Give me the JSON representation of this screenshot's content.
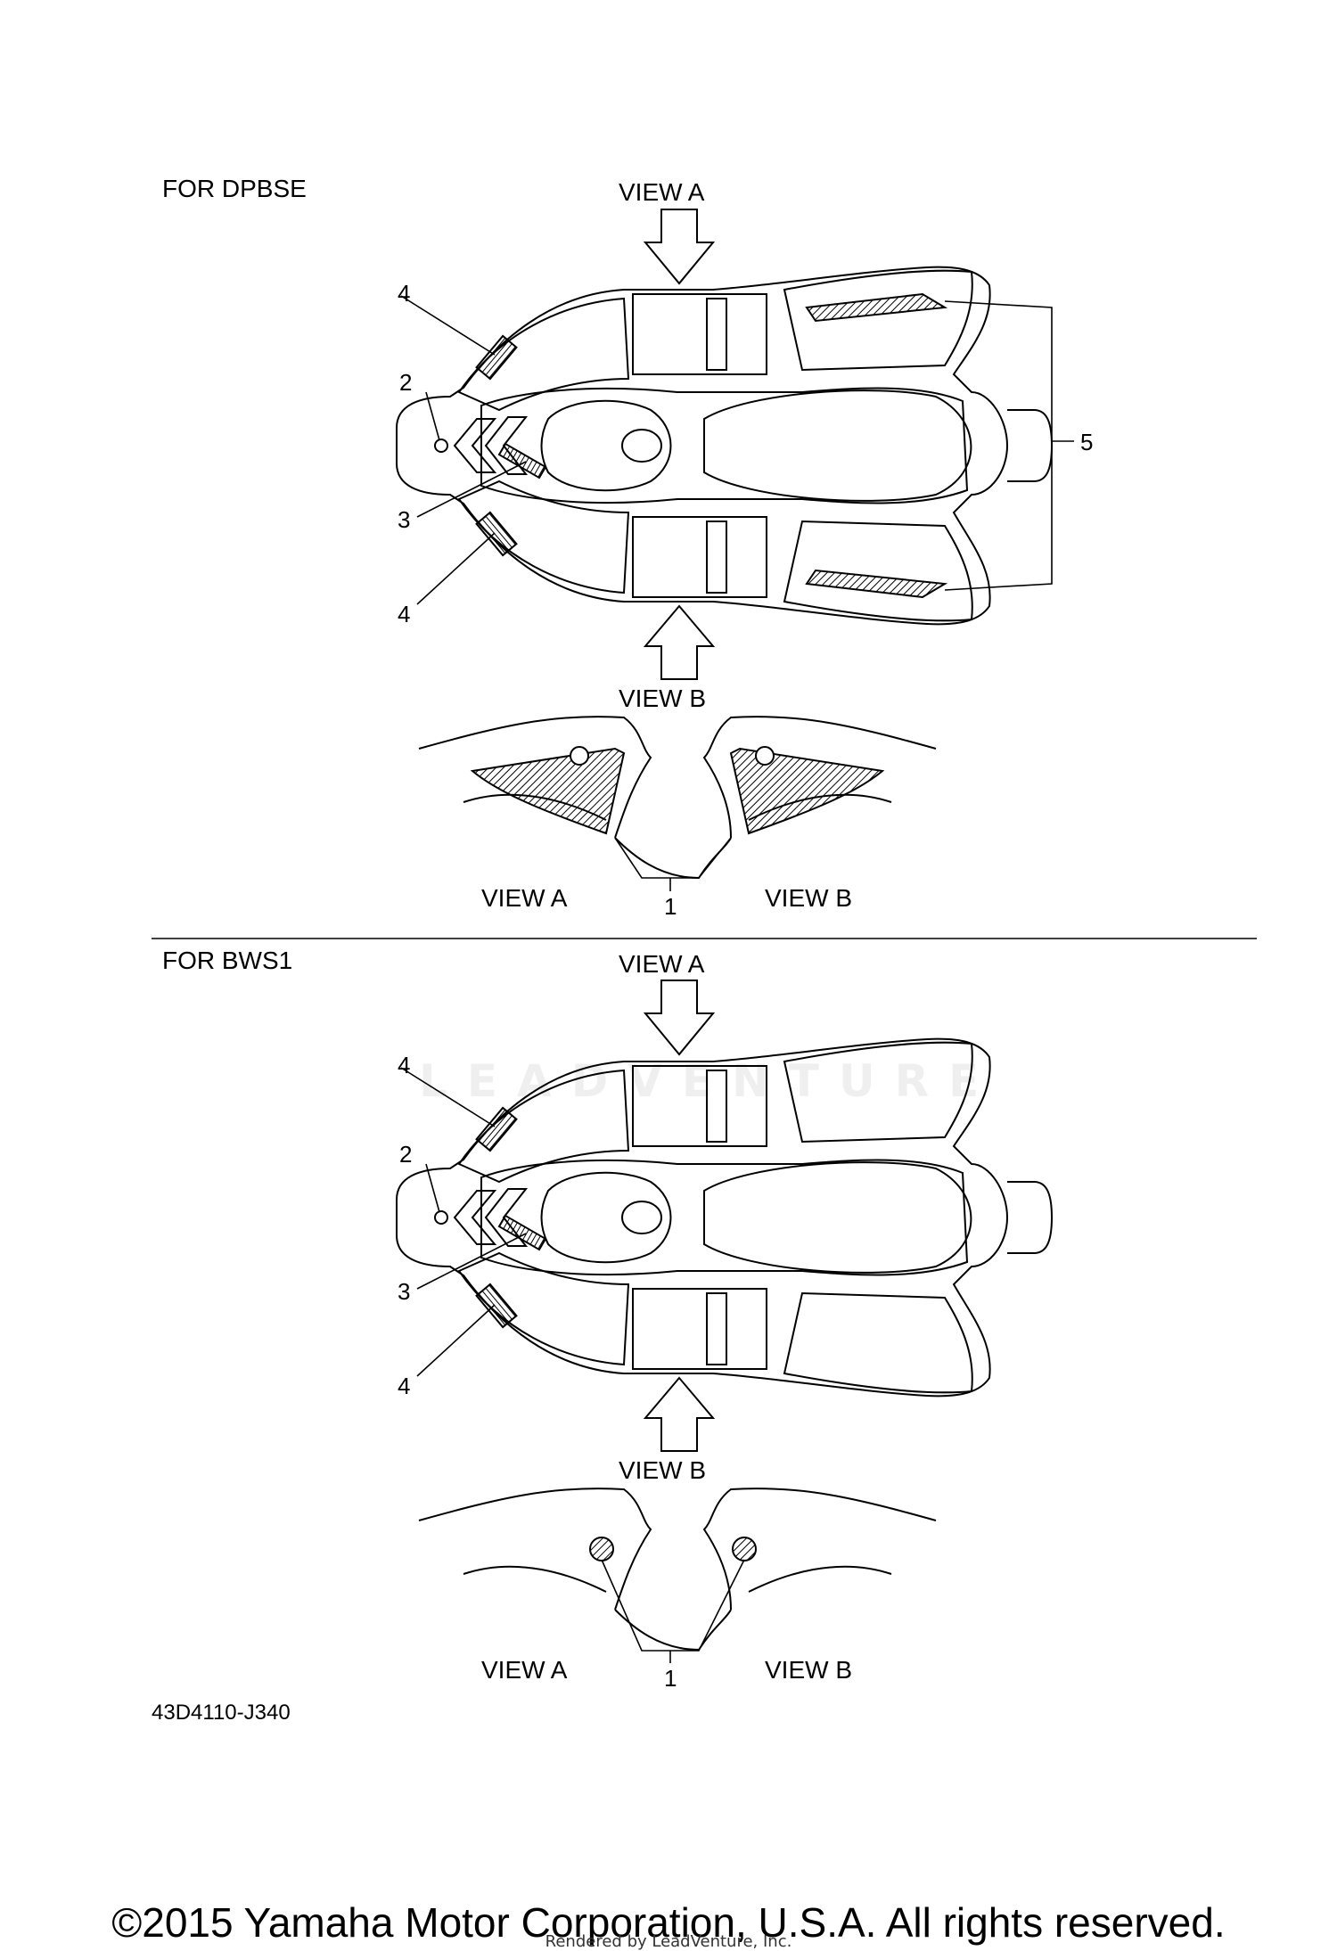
{
  "sections": [
    {
      "variant": "FOR DPBSE",
      "view_a_top": "VIEW A",
      "view_b_bottom": "VIEW B",
      "detail_view_a": "VIEW A",
      "detail_view_b": "VIEW B",
      "callouts": {
        "c1": "1",
        "c2": "2",
        "c3": "3",
        "c4a": "4",
        "c4b": "4",
        "c5": "5"
      }
    },
    {
      "variant": "FOR BWS1",
      "view_a_top": "VIEW A",
      "view_b_bottom": "VIEW B",
      "detail_view_a": "VIEW A",
      "detail_view_b": "VIEW B",
      "callouts": {
        "c1": "1",
        "c2": "2",
        "c3": "3",
        "c4a": "4",
        "c4b": "4"
      }
    }
  ],
  "diagram_code": "43D4110-J340",
  "copyright": "©2015 Yamaha Motor Corporation, U.S.A. All rights reserved.",
  "rendered_by": "Rendered by LeadVenture, Inc.",
  "watermark": "LEADVENTURE"
}
